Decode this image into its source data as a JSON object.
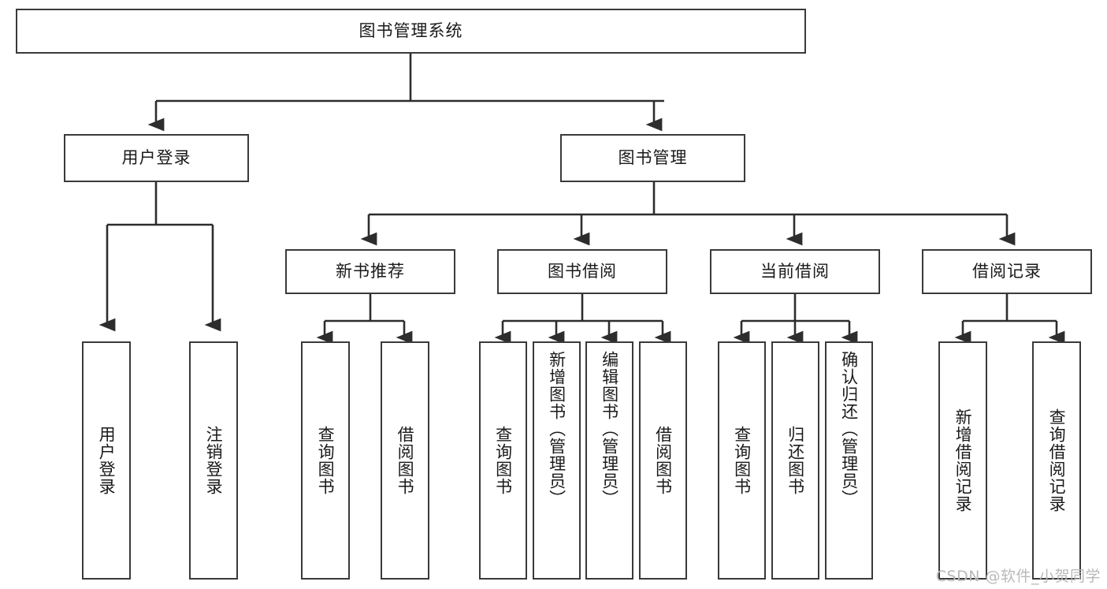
{
  "diagram": {
    "title": "图书管理系统",
    "type": "tree-hierarchy-chart",
    "stroke_color": "#3a3a3a",
    "background_color": "#ffffff",
    "text_color": "#1a1a1a"
  },
  "root": {
    "label": "图书管理系统"
  },
  "level2": [
    {
      "label": "用户登录"
    },
    {
      "label": "图书管理"
    }
  ],
  "level3": [
    {
      "label": "新书推荐"
    },
    {
      "label": "图书借阅"
    },
    {
      "label": "当前借阅"
    },
    {
      "label": "借阅记录"
    }
  ],
  "leaves": {
    "user_login": [
      {
        "label": "用户登录"
      },
      {
        "label": "注销登录"
      }
    ],
    "new_book_recommend": [
      {
        "label": "查询图书"
      },
      {
        "label": "借阅图书"
      }
    ],
    "book_borrow": [
      {
        "label": "查询图书"
      },
      {
        "label": "新增图书（管理员）"
      },
      {
        "label": "编辑图书（管理员）"
      },
      {
        "label": "借阅图书"
      }
    ],
    "current_borrow": [
      {
        "label": "查询图书"
      },
      {
        "label": "归还图书"
      },
      {
        "label": "确认归还（管理员）"
      }
    ],
    "borrow_record": [
      {
        "label": "新增借阅记录"
      },
      {
        "label": "查询借阅记录"
      }
    ]
  },
  "watermark": {
    "text": "CSDN @软件_小贺同学"
  }
}
